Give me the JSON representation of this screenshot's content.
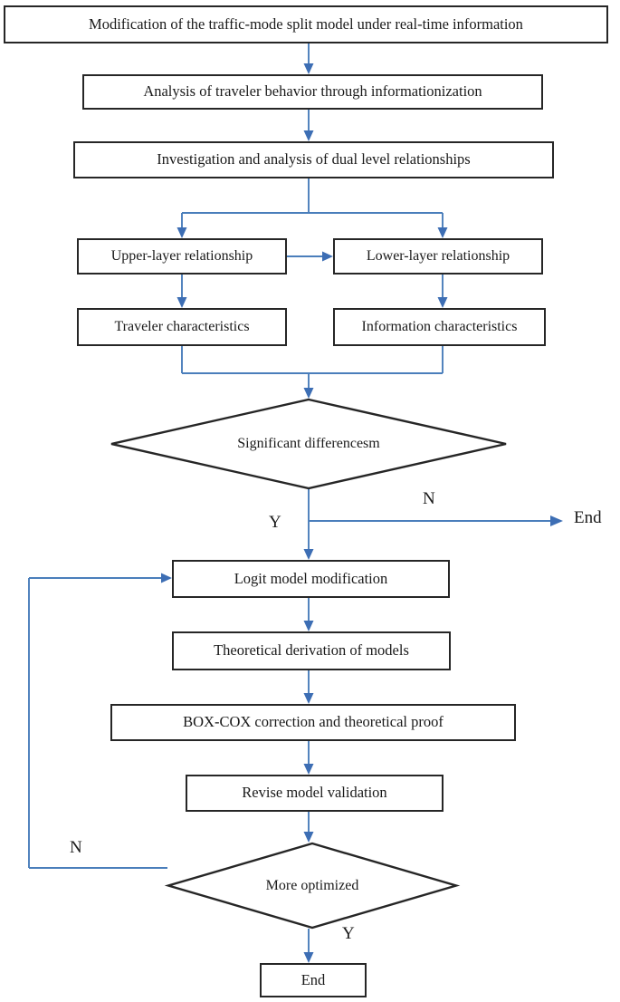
{
  "diagram": {
    "title": "Modification of the traffic-mode split model under real-time information",
    "type": "flowchart",
    "accent_color": "#4a7ebb",
    "outline_color": "#262626",
    "background": "#ffffff"
  },
  "nodes": [
    {
      "id": "title",
      "shape": "process",
      "label": "Modification of the traffic-mode split model under real-time information"
    },
    {
      "id": "analysis",
      "shape": "process",
      "label": "Analysis of traveler behavior through informationization"
    },
    {
      "id": "investigation",
      "shape": "process",
      "label": "Investigation and analysis of dual level relationships"
    },
    {
      "id": "upper",
      "shape": "process",
      "label": "Upper-layer relationship"
    },
    {
      "id": "lower",
      "shape": "process",
      "label": "Lower-layer relationship"
    },
    {
      "id": "traveler",
      "shape": "process",
      "label": "Traveler characteristics"
    },
    {
      "id": "information",
      "shape": "process",
      "label": "Information characteristics"
    },
    {
      "id": "decision1",
      "shape": "decision",
      "label": "Significant differencesm"
    },
    {
      "id": "logit",
      "shape": "process",
      "label": "Logit model modification"
    },
    {
      "id": "theoretical",
      "shape": "process",
      "label": "Theoretical derivation of models"
    },
    {
      "id": "boxcox",
      "shape": "process",
      "label": "BOX-COX correction and theoretical proof"
    },
    {
      "id": "revise",
      "shape": "process",
      "label": "Revise model validation"
    },
    {
      "id": "decision2",
      "shape": "decision",
      "label": "More optimized"
    },
    {
      "id": "end_bottom",
      "shape": "terminator",
      "label": "End"
    }
  ],
  "labels": {
    "decision1_yes": "Y",
    "decision1_no": "N",
    "decision1_no_target": "End",
    "decision2_yes": "Y",
    "decision2_no": "N"
  },
  "edges": [
    {
      "from": "title",
      "to": "analysis",
      "label": ""
    },
    {
      "from": "analysis",
      "to": "investigation",
      "label": ""
    },
    {
      "from": "investigation",
      "to": "upper",
      "label": ""
    },
    {
      "from": "investigation",
      "to": "lower",
      "label": ""
    },
    {
      "from": "upper",
      "to": "lower",
      "label": ""
    },
    {
      "from": "upper",
      "to": "traveler",
      "label": ""
    },
    {
      "from": "lower",
      "to": "information",
      "label": ""
    },
    {
      "from": "traveler",
      "to": "decision1",
      "label": ""
    },
    {
      "from": "information",
      "to": "decision1",
      "label": ""
    },
    {
      "from": "decision1",
      "to": "logit",
      "label": "Y"
    },
    {
      "from": "decision1",
      "to": "End",
      "label": "N"
    },
    {
      "from": "logit",
      "to": "theoretical",
      "label": ""
    },
    {
      "from": "theoretical",
      "to": "boxcox",
      "label": ""
    },
    {
      "from": "boxcox",
      "to": "revise",
      "label": ""
    },
    {
      "from": "revise",
      "to": "decision2",
      "label": ""
    },
    {
      "from": "decision2",
      "to": "end_bottom",
      "label": "Y"
    },
    {
      "from": "decision2",
      "to": "logit",
      "label": "N"
    }
  ]
}
